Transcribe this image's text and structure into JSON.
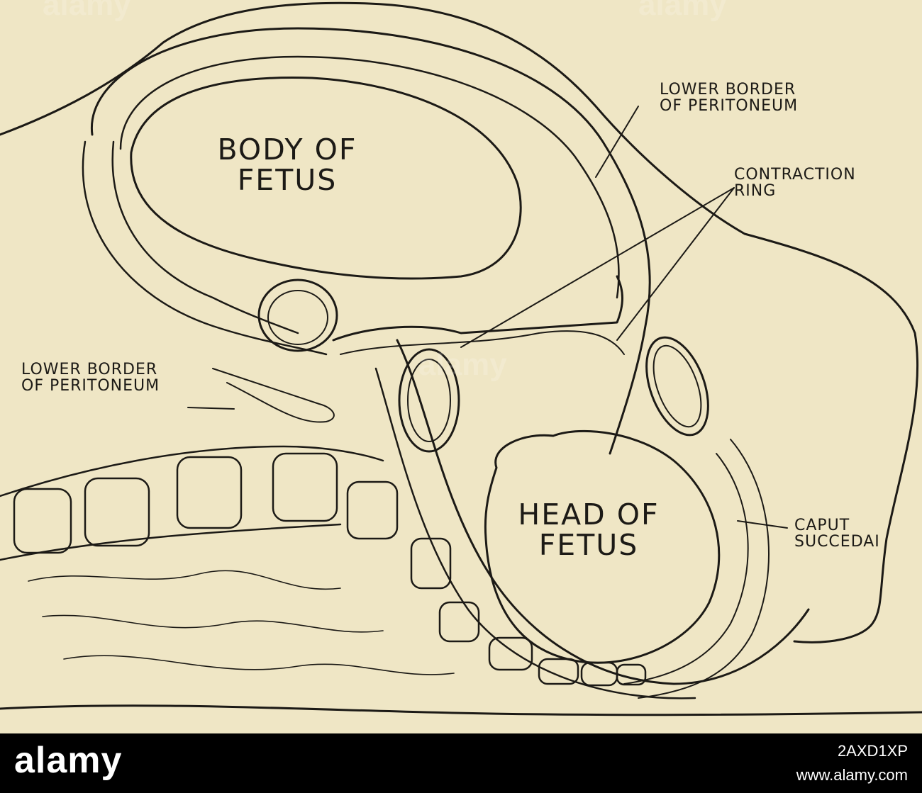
{
  "labels": {
    "body": "BODY OF\nFETUS",
    "head": "HEAD OF\nFETUS",
    "lower_border_top": "LOWER BORDER\nOF PERITONEUM",
    "contraction_ring": "CONTRACTION\nRING",
    "lower_border_left": "LOWER BORDER\nOF PERITONEUM",
    "caput": "CAPUT\nSUCCEDAI"
  },
  "watermark": "alamy",
  "footer": {
    "brand": "alamy",
    "image_id": "2AXD1XP",
    "url": "www.alamy.com"
  }
}
